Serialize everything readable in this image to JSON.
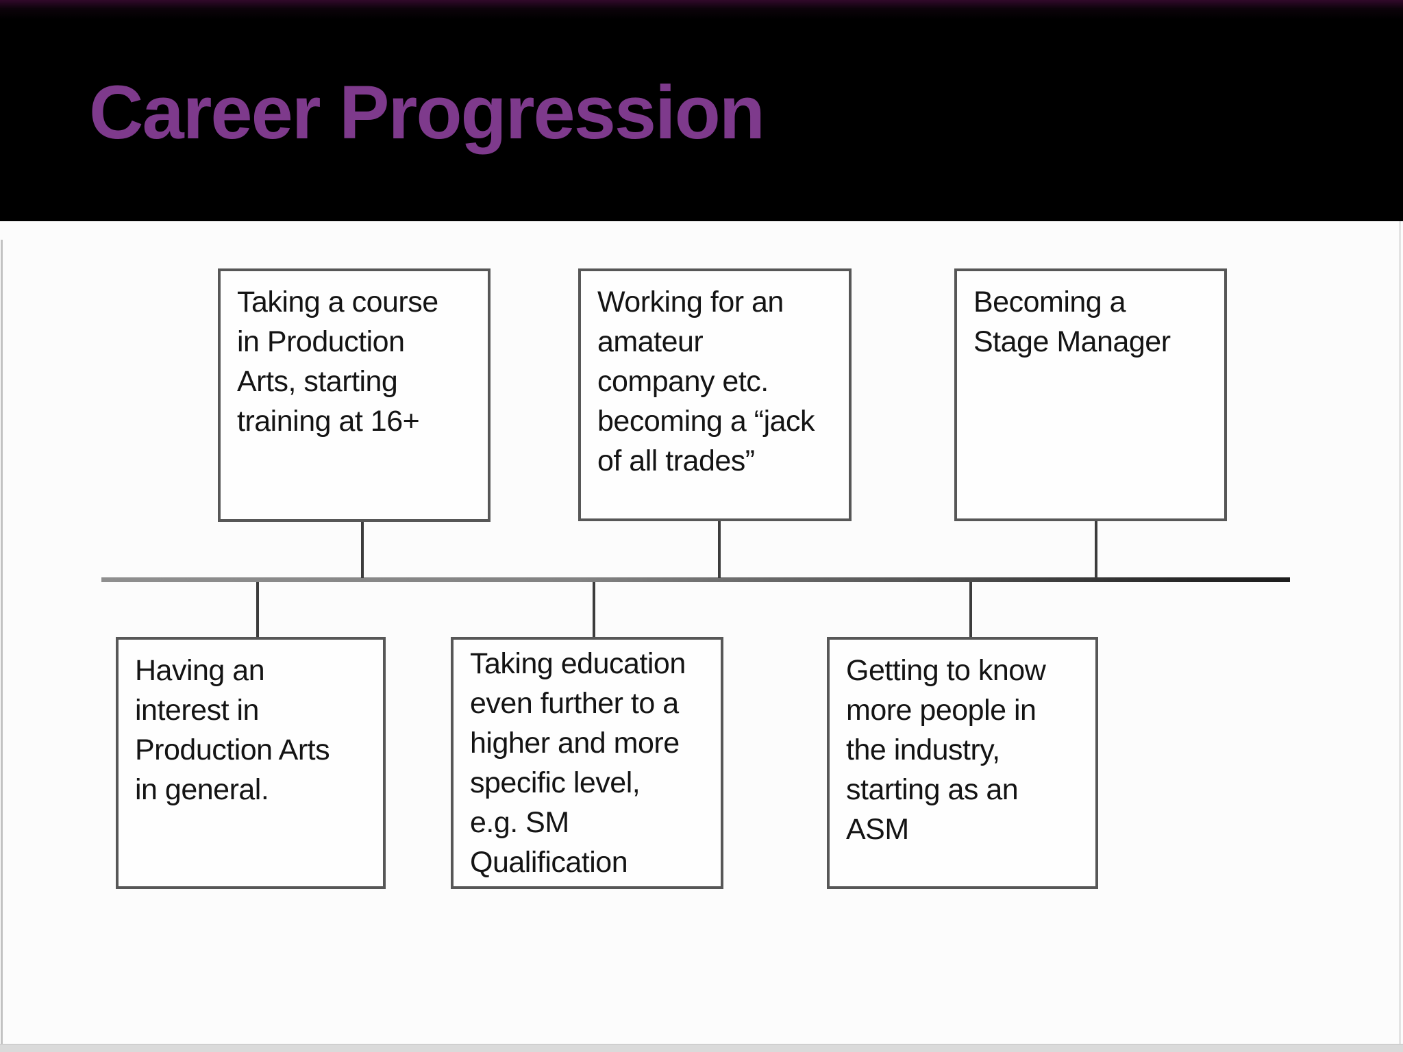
{
  "slide": {
    "title": "Career Progression"
  },
  "colors": {
    "header_bg": "#000000",
    "title_text": "#7e3a8c",
    "box_border": "#575757",
    "box_fill": "#fefefe",
    "timeline_line": "#6f6f6f",
    "connector_line": "#3c3c3c"
  },
  "diagram": {
    "type": "timeline-flow",
    "top_row": [
      {
        "text": "Taking a course\nin Production\nArts, starting\ntraining at 16+"
      },
      {
        "text": "Working for an\namateur\ncompany etc.\nbecoming a “jack\nof all trades”"
      },
      {
        "text": "Becoming a\nStage Manager"
      }
    ],
    "bottom_row": [
      {
        "text": "Having an\ninterest in\nProduction Arts\nin general."
      },
      {
        "text": "Taking education\neven further to a\nhigher and more\nspecific level,\ne.g. SM\nQualification"
      },
      {
        "text": "Getting to know\nmore people in\nthe industry,\nstarting as an\nASM"
      }
    ]
  }
}
